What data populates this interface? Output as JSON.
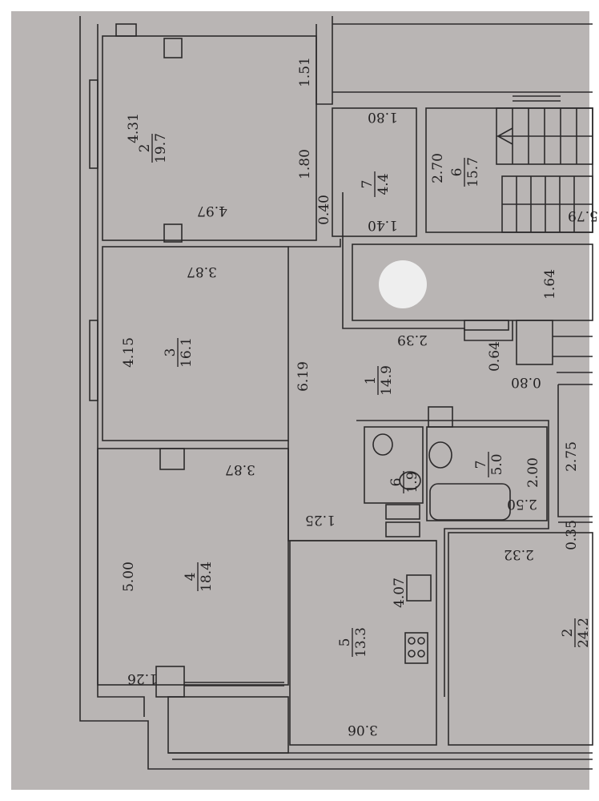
{
  "rooms": {
    "r2_num": "2",
    "r2_area": "19.7",
    "r7a_num": "7",
    "r7a_area": "4.4",
    "r6a_num": "6",
    "r6a_area": "15.7",
    "r3_num": "3",
    "r3_area": "16.1",
    "r1_num": "1",
    "r1_area": "14.9",
    "r6b_num": "6",
    "r6b_area": "1.9",
    "r7b_num": "7",
    "r7b_area": "5.0",
    "r4_num": "4",
    "r4_area": "18.4",
    "r5_num": "5",
    "r5_area": "13.3",
    "r2b_num": "2",
    "r2b_area": "24.2"
  },
  "dims": {
    "d431": "4.31",
    "d497": "4.97",
    "d151": "1.51",
    "d180a": "1.80",
    "d040": "0.40",
    "d180b": "1.80",
    "d140": "1.40",
    "d270": "2.70",
    "d579": "5.79",
    "d164": "1.64",
    "d239": "2.39",
    "d064": "0.64",
    "d080": "0.80",
    "d387a": "3.87",
    "d415": "4.15",
    "d619": "6.19",
    "d200": "2.00",
    "d250": "2.50",
    "d275": "2.75",
    "d035": "0.35",
    "d232": "2.32",
    "d387b": "3.87",
    "d125": "1.25",
    "d500": "5.00",
    "d407": "4.07",
    "d126": "1.26",
    "d306": "3.06"
  },
  "colors": {
    "paper": "#b9b5b4",
    "frame": "#ffffff",
    "ink": "#2c2a2b"
  }
}
